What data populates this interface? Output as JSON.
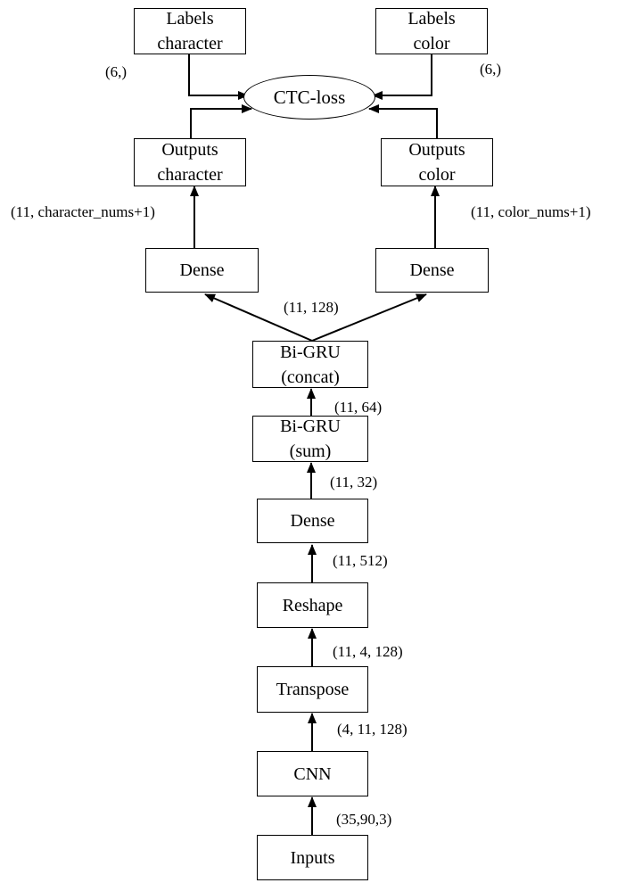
{
  "nodes": {
    "labels_character": "Labels\ncharacter",
    "labels_color": "Labels\ncolor",
    "ctc_loss": "CTC-loss",
    "outputs_character": "Outputs\ncharacter",
    "outputs_color": "Outputs\ncolor",
    "dense_left": "Dense",
    "dense_right": "Dense",
    "bigru_concat": "Bi-GRU\n(concat)",
    "bigru_sum": "Bi-GRU\n(sum)",
    "dense_mid": "Dense",
    "reshape": "Reshape",
    "transpose": "Transpose",
    "cnn": "CNN",
    "inputs": "Inputs"
  },
  "shapes": {
    "labels_char": "(6,)",
    "labels_color": "(6,)",
    "out_char": "(11, character_nums+1)",
    "out_color": "(11, color_nums+1)",
    "concat_out": "(11, 128)",
    "sum_out": "(11, 64)",
    "dense_out": "(11, 32)",
    "reshape_out": "(11, 512)",
    "transpose_out": "(11, 4, 128)",
    "cnn_out": "(4, 11, 128)",
    "input_shape": "(35,90,3)"
  },
  "colors": {
    "stroke": "#000000",
    "background": "#ffffff"
  }
}
